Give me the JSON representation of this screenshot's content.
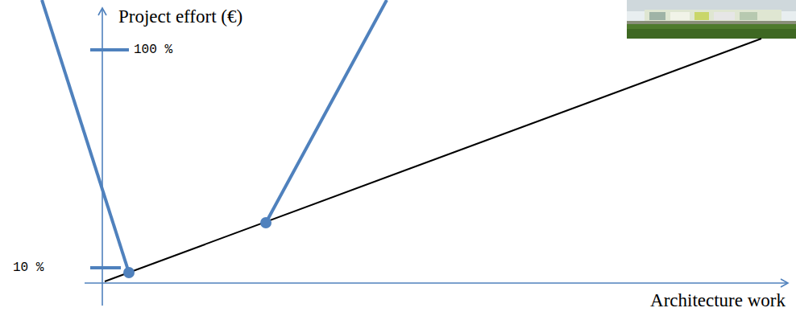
{
  "diagram": {
    "labels": [
      "Project effort (€)",
      "100 %",
      "10 %",
      "Architecture work"
    ]
  }
}
